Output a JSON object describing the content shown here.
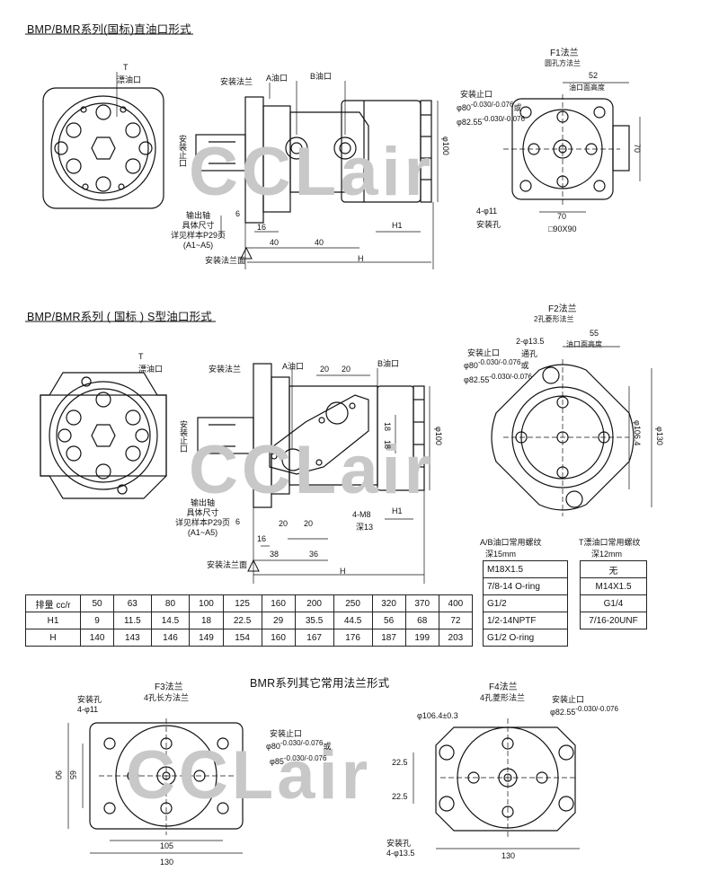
{
  "section1": {
    "title": "BMP/BMR系列(国标)直油口形式",
    "labels": {
      "t_port": "T",
      "drain_port": "漂油口",
      "mount_flange": "安装法兰",
      "a_port": "A油口",
      "b_port": "B油口",
      "output_shaft_lines": [
        "输出轴",
        "具体尺寸",
        "详见样本P29页",
        "(A1~A5)"
      ],
      "mount_face": "安装法兰面",
      "dim_6": "6",
      "dim_16": "16",
      "dim_40a": "40",
      "dim_40b": "40",
      "dim_h1": "H1",
      "dim_h": "H",
      "dim_phi100": "φ100",
      "mount_spigot": "安装止口",
      "spigot_a": "φ80",
      "spigot_a_tol": "-0.030/-0.076",
      "spigot_or": "或",
      "spigot_b": "φ82.55",
      "spigot_b_tol": "-0.030/-0.076",
      "side_spigot": "安装止口"
    },
    "flange": {
      "name": "F1法兰",
      "sub": "圆孔方法兰",
      "dim_52": "52",
      "port_face_height": "油口面高度",
      "dim_70v": "70",
      "dim_70h": "70",
      "holes": "4-φ11",
      "mount_hole": "安装孔",
      "square": "□90X90"
    }
  },
  "section2": {
    "title": "BMP/BMR系列 ( 国标 ) S型油口形式",
    "labels": {
      "t_port": "T",
      "drain_port": "漂油口",
      "mount_flange": "安装法兰",
      "a_port": "A油口",
      "b_port": "B油口",
      "output_shaft_lines": [
        "输出轴",
        "具体尺寸",
        "详见样本P29页",
        "(A1~A5)"
      ],
      "mount_face": "安装法兰面",
      "side_spigot": "安装止口",
      "dim_20a": "20",
      "dim_20b": "20",
      "dim_18a": "18",
      "dim_18b": "18",
      "dim_6": "6",
      "dim_16": "16",
      "dim_20c": "20",
      "dim_20d": "20",
      "dim_38": "38",
      "dim_36": "36",
      "dim_h": "H",
      "dim_h1": "H1",
      "m8": "4-M8",
      "depth13": "深13",
      "dim_phi100": "φ100"
    },
    "flange": {
      "name": "F2法兰",
      "sub": "2孔菱形法兰",
      "holes": "2-φ13.5",
      "through": "通孔",
      "dim_55": "55",
      "port_face_height": "油口面高度",
      "mount_spigot": "安装止口",
      "spigot_a": "φ80",
      "spigot_a_tol": "-0.030/-0.076",
      "spigot_or": "或",
      "spigot_b": "φ82.55",
      "spigot_b_tol": "-0.030/-0.076",
      "dim_phi106": "φ106.4",
      "dim_phi130": "φ130"
    }
  },
  "ab_threads": {
    "header1": "A/B油口常用螺纹",
    "header2": "深15mm",
    "rows": [
      "M18X1.5",
      "7/8-14 O-ring",
      "G1/2",
      "1/2-14NPTF",
      "G1/2  O-ring"
    ]
  },
  "t_threads": {
    "header1": "T漂油口常用螺纹",
    "header2": "深12mm",
    "rows": [
      "无",
      "M14X1.5",
      "G1/4",
      "7/16-20UNF"
    ]
  },
  "spec_table": {
    "row_labels": [
      "排量 cc/r",
      "H1",
      "H"
    ],
    "displacement": [
      "50",
      "63",
      "80",
      "100",
      "125",
      "160",
      "200",
      "250",
      "320",
      "370",
      "400"
    ],
    "h1": [
      "9",
      "11.5",
      "14.5",
      "18",
      "22.5",
      "29",
      "35.5",
      "44.5",
      "56",
      "68",
      "72"
    ],
    "h": [
      "140",
      "143",
      "146",
      "149",
      "154",
      "160",
      "167",
      "176",
      "187",
      "199",
      "203"
    ]
  },
  "section3": {
    "title": "BMR系列其它常用法兰形式",
    "f3": {
      "name": "F3法兰",
      "sub": "4孔长方法兰",
      "mount_hole": "安装孔",
      "holes": "4-φ11",
      "mount_spigot": "安装止口",
      "spigot_a": "φ80",
      "spigot_a_tol": "-0.030/-0.076",
      "spigot_or": "或",
      "spigot_b": "φ85",
      "spigot_b_tol": "-0.030/-0.076",
      "dim_90": "90",
      "dim_65": "65",
      "dim_105": "105",
      "dim_130": "130"
    },
    "f4": {
      "name": "F4法兰",
      "sub": "4孔菱形法兰",
      "mount_spigot": "安装止口",
      "dim_phi106": "φ106.4±0.3",
      "spigot": "φ82.55",
      "spigot_tol": "-0.030/-0.076",
      "dim_22a": "22.5",
      "dim_22b": "22.5",
      "mount_hole": "安装孔",
      "holes": "4-φ13.5",
      "dim_130": "130"
    }
  },
  "watermark": "CCLair"
}
